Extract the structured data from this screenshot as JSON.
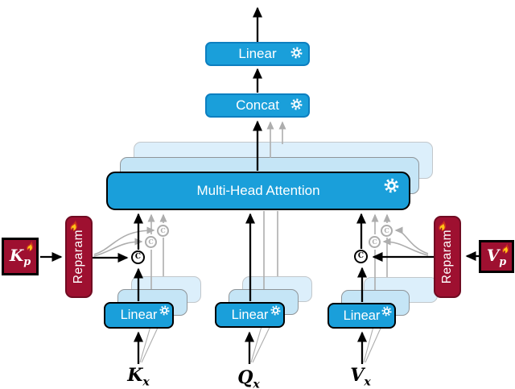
{
  "nodes": {
    "output_linear": {
      "label": "Linear"
    },
    "concat": {
      "label": "Concat"
    },
    "mha": {
      "label": "Multi-Head Attention"
    },
    "linear_k": {
      "label": "Linear"
    },
    "linear_q": {
      "label": "Linear"
    },
    "linear_v": {
      "label": "Linear"
    },
    "reparam_left": {
      "label": "Reparam"
    },
    "reparam_right": {
      "label": "Reparam"
    },
    "prefix_key": {
      "base": "K",
      "sub": "p"
    },
    "prefix_value": {
      "base": "V",
      "sub": "p"
    },
    "input_key": {
      "base": "K",
      "sub": "x"
    },
    "input_query": {
      "base": "Q",
      "sub": "x"
    },
    "input_value": {
      "base": "V",
      "sub": "x"
    }
  },
  "symbols": {
    "concat_junction": "C"
  },
  "icons": {
    "gear-icon": "⚙",
    "flame-icon": "🔥",
    "concat-junction-icon": "Ⓒ",
    "arrow": "↑"
  },
  "colors": {
    "bg": "#FFFFFF",
    "box_blue": "#1A9FDA",
    "box_blue_border": "#0D7FC0",
    "ghost_blue_1": "#C5E5F6",
    "ghost_blue_2": "#DCEFFB",
    "ghost_border_1": "#8F9599",
    "ghost_border_2": "#C2C7CB",
    "dark_red": "#9E1030",
    "dark_red_border": "#700B22",
    "line_gray": "#ADADAD",
    "ink": "#000000"
  }
}
